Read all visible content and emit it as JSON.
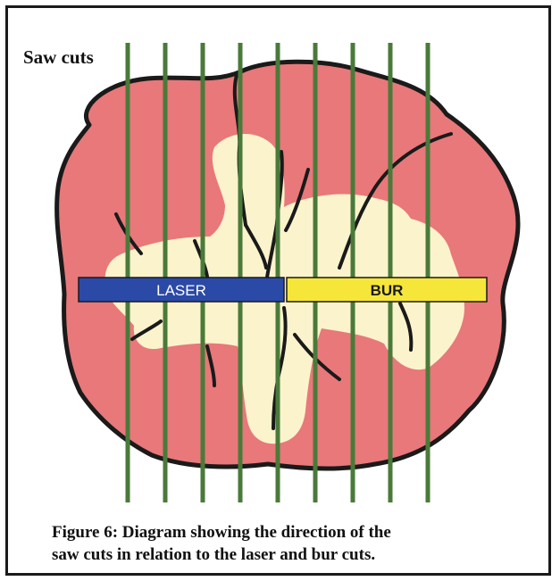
{
  "diagram": {
    "saw_label": "Saw cuts",
    "laser_label": "LASER",
    "bur_label": "BUR",
    "caption_line1": "Figure 6: Diagram showing the  direction of the",
    "caption_line2": "saw cuts in relation to the laser and bur cuts."
  },
  "colors": {
    "tooth_outer": "#e8787a",
    "tooth_outline": "#1a1a1a",
    "dentin_core": "#fbf3cc",
    "saw_line": "#4a7a3a",
    "laser_bar": "#2b4aa8",
    "laser_text": "#ffffff",
    "bur_bar": "#f6e63a",
    "bur_text": "#1a1a1a"
  },
  "icons": {
    "tooth": "tooth-cross-section-icon"
  }
}
